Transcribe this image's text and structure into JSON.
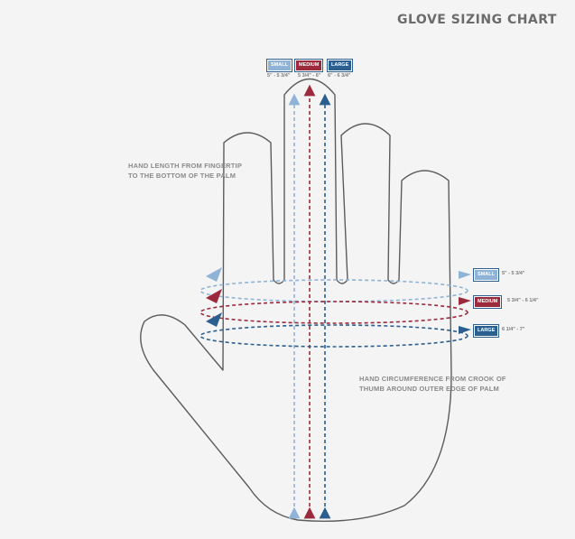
{
  "title": "GLOVE SIZING CHART",
  "colors": {
    "small": "#8fb3d6",
    "medium": "#9b2a3c",
    "large": "#2b5f8f",
    "outline": "#5c5c5c",
    "text": "#8a8a8a"
  },
  "length_note": {
    "line1": "HAND LENGTH FROM FINGERTIP",
    "line2": "TO THE BOTTOM OF THE PALM"
  },
  "circumference_note": {
    "line1": "HAND CIRCUMFERENCE FROM CROOK OF",
    "line2": "THUMB AROUND OUTER EDGE OF PALM"
  },
  "length_sizes": [
    {
      "label": "SMALL",
      "range": "5\" - 5 3/4\"",
      "color": "#8fb3d6"
    },
    {
      "label": "MEDIUM",
      "range": "5 3/4\" - 6\"",
      "color": "#9b2a3c"
    },
    {
      "label": "LARGE",
      "range": "6\" - 6 3/4\"",
      "color": "#2b5f8f"
    }
  ],
  "circumference_sizes": [
    {
      "label": "SMALL",
      "range": "5\" - 5 3/4\"",
      "color": "#8fb3d6"
    },
    {
      "label": "MEDIUM",
      "range": "5 3/4\" - 6 1/4\"",
      "color": "#9b2a3c"
    },
    {
      "label": "LARGE",
      "range": "6 1/4\" - 7\"",
      "color": "#2b5f8f"
    }
  ]
}
